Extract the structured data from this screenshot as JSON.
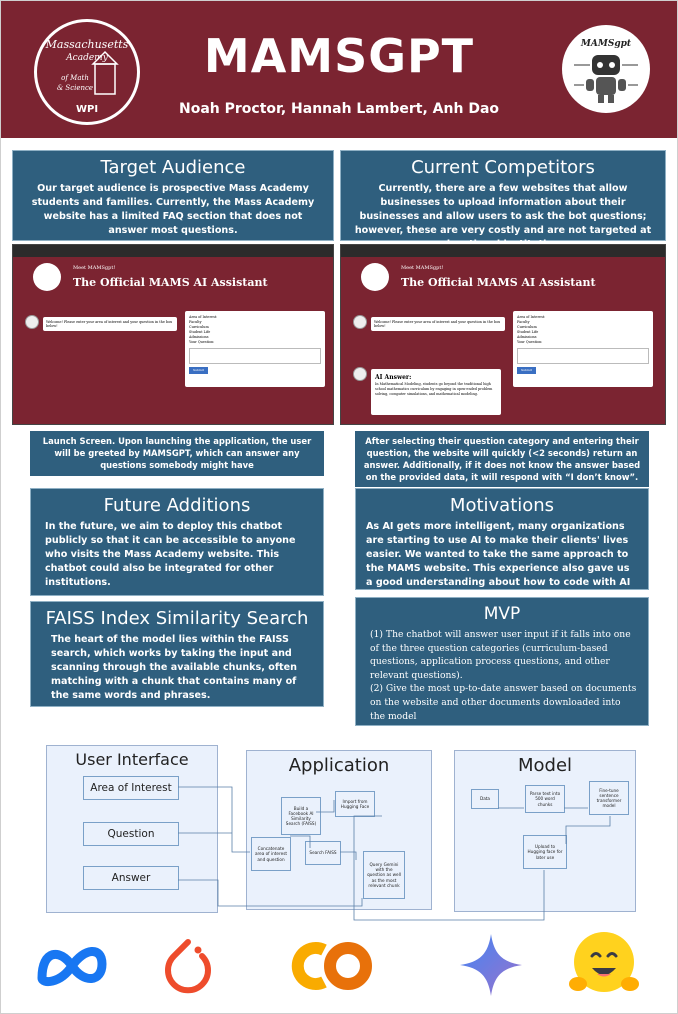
{
  "header": {
    "title": "MAMSGPT",
    "authors": "Noah Proctor, Hannah Lambert, Anh Dao",
    "logo_left": "Massachusetts Academy of Math & Science at WPI",
    "logo_right": "MAMSgpt"
  },
  "target_audience": {
    "title": "Target Audience",
    "text": "Our target audience is prospective Mass Academy students and families. Currently, the Mass Academy website has a limited FAQ section that does not answer most questions."
  },
  "current_competitors": {
    "title": "Current Competitors",
    "text": "Currently, there are a few websites that allow businesses to upload information about their businesses and allow users to ask the bot questions; however, these are very costly and are not targeted at educational institutions."
  },
  "screenshots": {
    "meet": "Meet MAMSgpt!",
    "heading": "The Official MAMS AI Assistant",
    "welcome": "Welcome! Please enter your area of interest and your question in the box below!",
    "area_label": "Area of Interest:",
    "options": [
      "Faculty",
      "Curriculum",
      "Student Life",
      "Admissions"
    ],
    "question_label": "Your Question:",
    "submit": "Submit",
    "answer_title": "AI Answer:",
    "answer_text": "In Mathematical Modeling, students go beyond the traditional high school mathematics curriculum by engaging in open-ended problem solving, computer simulations, and mathematical modeling."
  },
  "captions": {
    "left": "Launch Screen. Upon launching the application, the user will be greeted by MAMSGPT, which can answer any questions somebody might have",
    "right": "After selecting their question category and entering their question, the website will quickly (<2 seconds) return an answer. Additionally, if it does not know the answer based on the provided data, it will respond with “I don’t know”."
  },
  "future_additions": {
    "title": "Future Additions",
    "text": "In the future, we aim to deploy this chatbot publicly so that it can be accessible to anyone who visits the Mass Academy website. This chatbot could also be integrated for other institutions."
  },
  "motivations": {
    "title": "Motivations",
    "text": "As AI gets more intelligent, many organizations are starting to use AI to make their clients' lives easier. We wanted to take the same approach to the MAMS website. This experience also gave us a good understanding about how to code with AI which can be applied to future projects."
  },
  "faiss": {
    "title": "FAISS Index Similarity Search",
    "text": "The heart of the model lies within the FAISS search, which works by taking the input and scanning through the available chunks, often matching with a chunk that contains many of the same words and phrases."
  },
  "mvp": {
    "title": "MVP",
    "items": [
      "(1) The chatbot will answer user input if it falls into one of the three question categories (curriculum-based questions, application process questions, and other relevant questions).",
      "(2) Give the most up-to-date answer based on documents on the website and other documents downloaded into the model"
    ]
  },
  "diagram": {
    "ui_title": "User Interface",
    "ui_nodes": [
      "Area of Interest",
      "Question",
      "Answer"
    ],
    "app_title": "Application",
    "app_nodes": [
      "Build a Facebook AI Similarity Search (FAISS)",
      "Import from Hugging Face",
      "Concatenate area of interest and question",
      "Search FAISS",
      "Query Gemini with the question as well as the most relevant chunk"
    ],
    "model_title": "Model",
    "model_nodes": [
      "Data",
      "Parse text into 500 word chunks",
      "Fine-tune sentence transformer model",
      "Upload to Hugging face for later use"
    ]
  },
  "logos": [
    "meta-icon",
    "pytorch-icon",
    "colab-icon",
    "gemini-icon",
    "hugging-face-icon"
  ],
  "colors": {
    "maroon": "#7b2431",
    "panel_blue": "#2f5f7e",
    "diagram_bg": "#eaf1fc"
  }
}
